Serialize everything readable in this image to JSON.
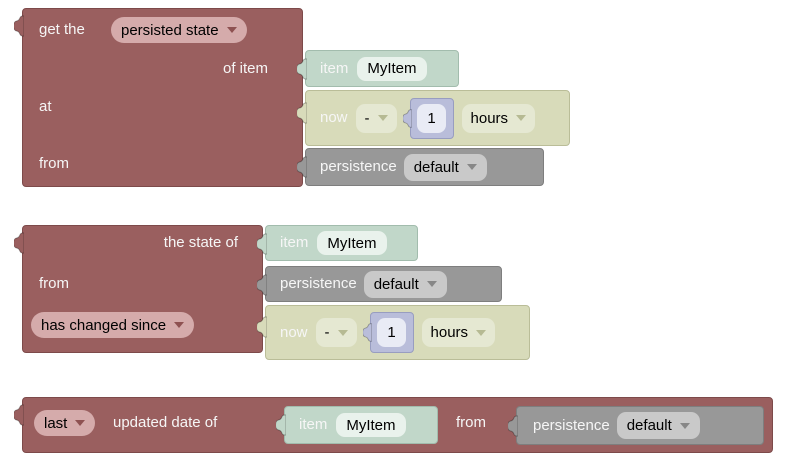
{
  "colors": {
    "parent_block": "#9a5f5f",
    "item_block": "#c1d7c9",
    "datetime_block": "#d8dbba",
    "persistence_block": "#989898",
    "number_block": "#b9bdda",
    "dropdown_pill": "#d5abab"
  },
  "shared": {
    "item": {
      "label": "item",
      "value": "MyItem"
    },
    "persistence": {
      "label": "persistence",
      "value": "default"
    },
    "datetime": {
      "label": "now",
      "operator": "-",
      "number": "1",
      "unit": "hours"
    }
  },
  "block1": {
    "prefix": "get the",
    "type_dropdown": "persisted state",
    "of_item": "of item",
    "at": "at",
    "from": "from"
  },
  "block2": {
    "state_of": "the state of",
    "from": "from",
    "condition_dropdown": "has changed since"
  },
  "block3": {
    "last_dropdown": "last",
    "updated": "updated date of",
    "from": "from"
  }
}
